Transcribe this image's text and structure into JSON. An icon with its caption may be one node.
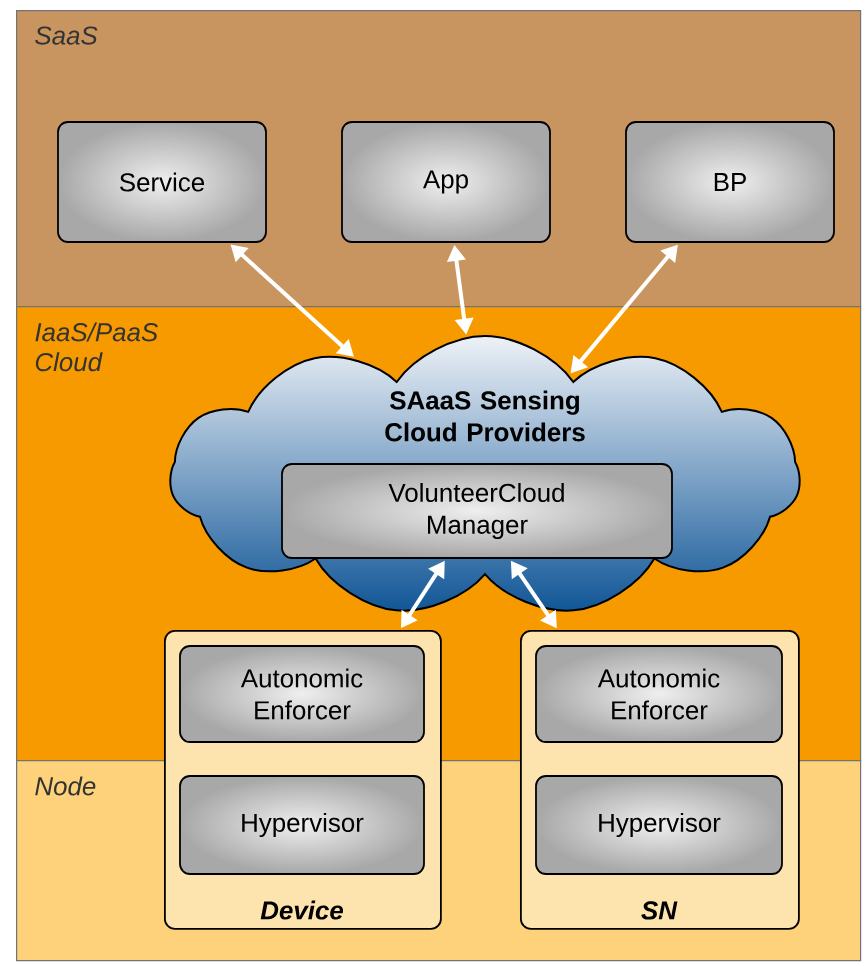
{
  "diagram": {
    "nodes": [
      {
        "text": [
          "SaaS"
        ]
      },
      {
        "text": [
          "IaaS/PaaS Cloud"
        ]
      },
      {
        "text": [
          "Node"
        ]
      },
      {
        "text": [
          "Service"
        ],
        "in": 0
      },
      {
        "text": [
          "App"
        ],
        "in": 0
      },
      {
        "text": [
          "BP"
        ],
        "in": 0
      },
      {
        "text": [
          "SAaaS Sensing Cloud Providers"
        ],
        "in": 1
      },
      {
        "text": [
          "VolunteerCloud Manager"
        ],
        "in": 6
      },
      {
        "text": [
          "Device"
        ]
      },
      {
        "text": [
          "Autonomic Enforcer"
        ]
      },
      {
        "text": [
          "Hypervisor"
        ]
      },
      {
        "text": [
          "SN"
        ]
      },
      {
        "text": [
          "Autonomic Enforcer"
        ]
      },
      {
        "text": [
          "Hypervisor"
        ]
      }
    ],
    "edges": [
      {
        "from": 3,
        "to": 6,
        "arrow": "both"
      },
      {
        "from": 4,
        "to": 6,
        "arrow": "both"
      },
      {
        "from": 5,
        "to": 6,
        "arrow": "both"
      },
      {
        "from": 7,
        "to": 8,
        "arrow": "both"
      },
      {
        "from": 7,
        "to": 11,
        "arrow": "both"
      }
    ]
  }
}
